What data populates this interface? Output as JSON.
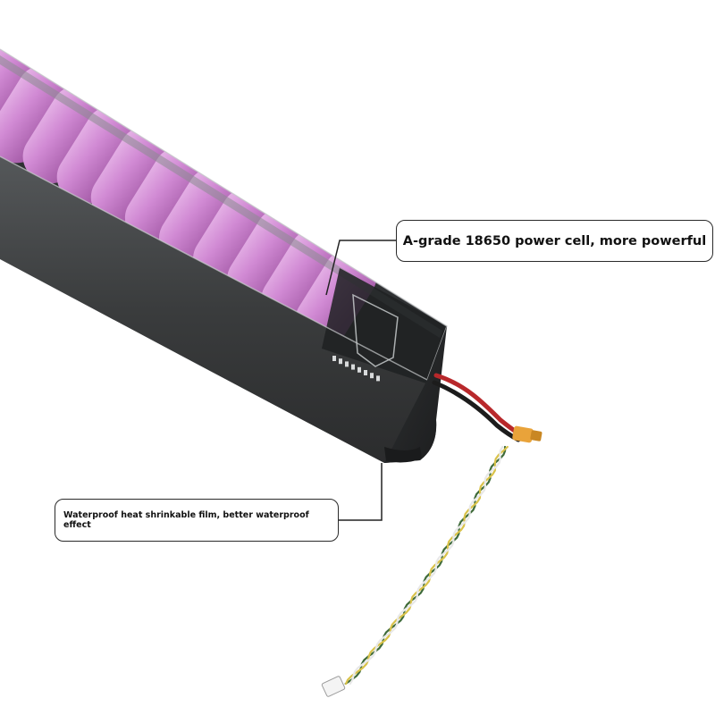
{
  "callouts": {
    "cell_grade": "A-grade 18650 power cell, more powerful",
    "waterproof_film": "Waterproof heat shrinkable film, better waterproof effect"
  },
  "colors": {
    "background": "#ffffff",
    "cell_pink": "#d18ad4",
    "pack_casing": "#3b3d3e",
    "callout_border": "#2a2a2a",
    "connector_yellow": "#e9a33a",
    "wire_red": "#b8282b",
    "wire_green": "#3f6b3a",
    "wire_yellow": "#d9c24a"
  },
  "icons": {
    "product": "battery-pack-image",
    "connector": "xt30-connector-icon",
    "plug": "jst-plug-icon"
  }
}
